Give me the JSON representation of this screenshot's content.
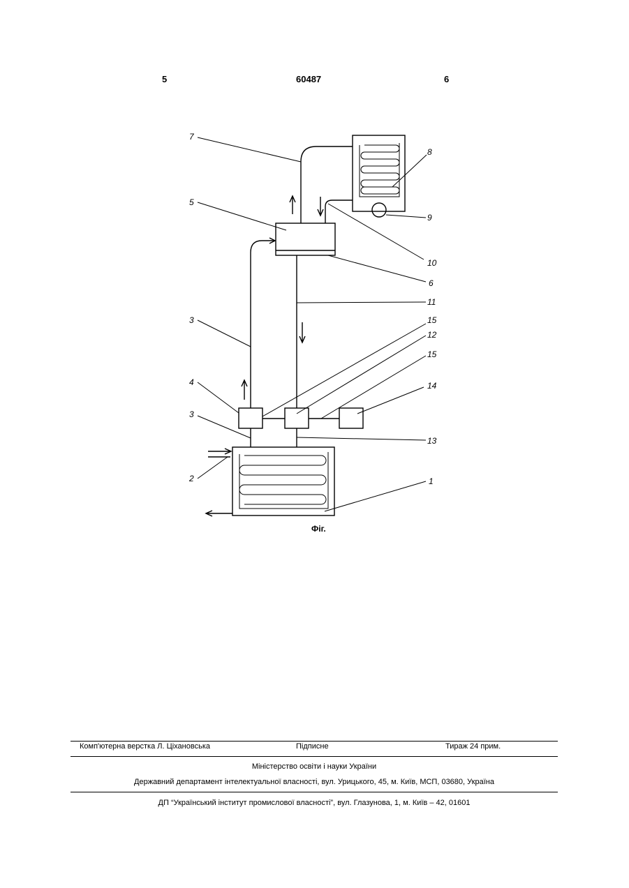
{
  "header": {
    "page_left": "5",
    "doc_number": "60487",
    "page_right": "6"
  },
  "figure": {
    "caption": "Фіг.",
    "labels": {
      "l7": "7",
      "l8": "8",
      "l9": "9",
      "l5": "5",
      "l10": "10",
      "l6": "6",
      "l11": "11",
      "l3a": "3",
      "l15a": "15",
      "l12": "12",
      "l15b": "15",
      "l4": "4",
      "l14": "14",
      "l3b": "3",
      "l13": "13",
      "l2": "2",
      "l1": "1"
    }
  },
  "footer": {
    "typesetter": "Комп'ютерна верстка Л. Ціхановська",
    "signed": "Підписне",
    "circulation": "Тираж 24 прим.",
    "ministry": "Міністерство освіти і науки України",
    "department": "Державний департамент інтелектуальної власності, вул. Урицького, 45, м. Київ, МСП, 03680, Україна",
    "institute": "ДП “Український інститут промислової власності”, вул. Глазунова, 1, м. Київ – 42, 01601"
  }
}
